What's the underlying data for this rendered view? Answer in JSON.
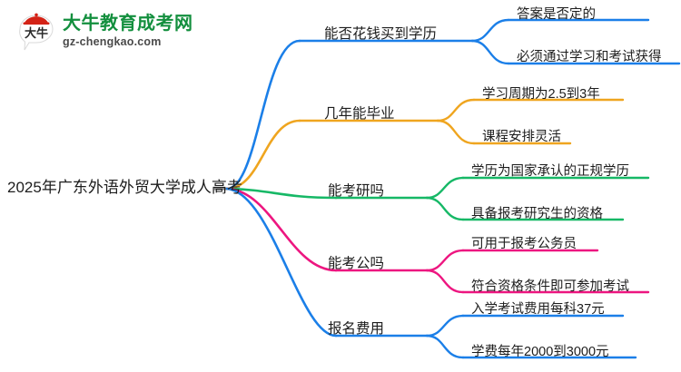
{
  "logo": {
    "name": "daniu-education-logo",
    "title": "大牛教育成考网",
    "domain": "gz-chengkao.com",
    "mark_text": "大牛",
    "brand_green": "#138f3e",
    "brand_red": "#d32216"
  },
  "mindmap": {
    "root": {
      "label": "2025年广东外语外贸大学成人高考"
    },
    "branches": [
      {
        "label": "能否花钱买到学历",
        "color": "#1b7fe8",
        "children": [
          {
            "label": "答案是否定的"
          },
          {
            "label": "必须通过学习和考试获得"
          }
        ]
      },
      {
        "label": "几年能毕业",
        "color": "#efa51f",
        "children": [
          {
            "label": "学习周期为2.5到3年"
          },
          {
            "label": "课程安排灵活"
          }
        ]
      },
      {
        "label": "能考研吗",
        "color": "#16b866",
        "children": [
          {
            "label": "学历为国家承认的正规学历"
          },
          {
            "label": "具备报考研究生的资格"
          }
        ]
      },
      {
        "label": "能考公吗",
        "color": "#ed1680",
        "children": [
          {
            "label": "可用于报考公务员"
          },
          {
            "label": "符合资格条件即可参加考试"
          }
        ]
      },
      {
        "label": "报名费用",
        "color": "#1b7fe8",
        "children": [
          {
            "label": "入学考试费用每科37元"
          },
          {
            "label": "学费每年2000到3000元"
          }
        ]
      }
    ]
  }
}
